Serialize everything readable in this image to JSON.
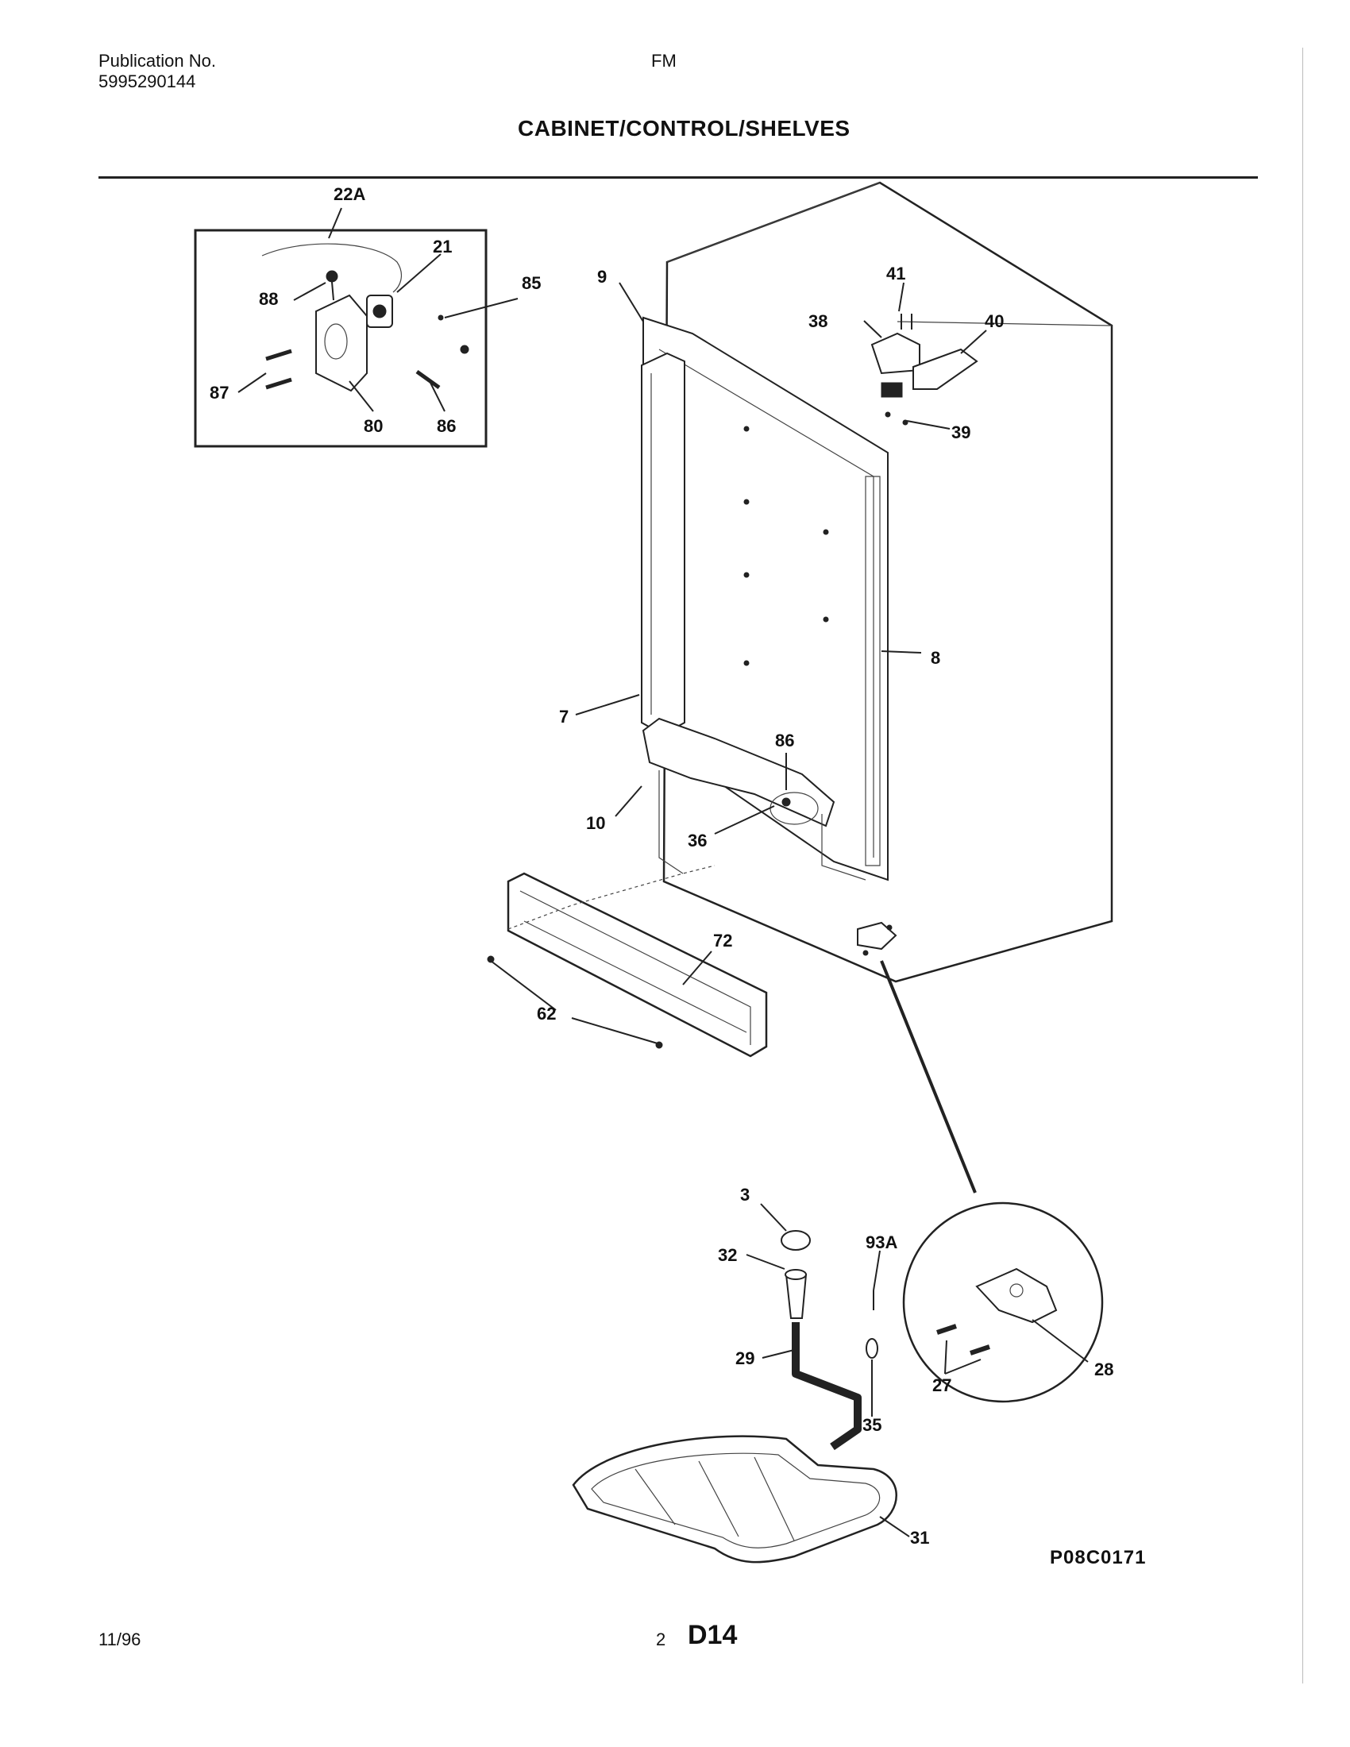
{
  "header": {
    "publication_label": "Publication No.",
    "publication_number": "5995290144",
    "model": "FM",
    "section_title": "CABINET/CONTROL/SHELVES"
  },
  "diagram": {
    "callouts": {
      "c22A": "22A",
      "c21": "21",
      "c88": "88",
      "c85": "85",
      "c87": "87",
      "c80": "80",
      "c86a": "86",
      "c9": "9",
      "c41": "41",
      "c38": "38",
      "c40": "40",
      "c39": "39",
      "c8": "8",
      "c7": "7",
      "c86b": "86",
      "c10": "10",
      "c36": "36",
      "c72": "72",
      "c62": "62",
      "c3": "3",
      "c32": "32",
      "c93A": "93A",
      "c29": "29",
      "c35": "35",
      "c31": "31",
      "c27": "27",
      "c28": "28"
    },
    "illustration_code": "P08C0171"
  },
  "footer": {
    "date": "11/96",
    "page": "2",
    "page_code": "D14"
  }
}
